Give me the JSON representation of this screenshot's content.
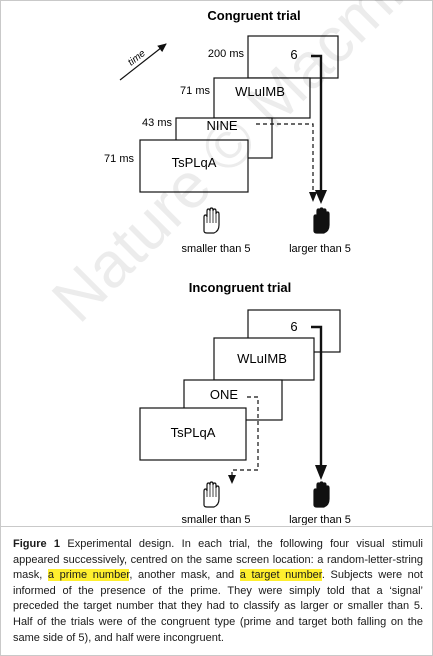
{
  "watermark": "Nature © Macmillan",
  "congruent": {
    "title": "Congruent trial",
    "time_label": "time",
    "frames": [
      {
        "duration": "71 ms",
        "content": "TsPLqA"
      },
      {
        "duration": "43 ms",
        "content": "NINE"
      },
      {
        "duration": "71 ms",
        "content": "WLuIMB"
      },
      {
        "duration": "200 ms",
        "content": "6"
      }
    ],
    "left_hand": "smaller than 5",
    "right_hand": "larger than 5"
  },
  "incongruent": {
    "title": "Incongruent trial",
    "frames": [
      {
        "content": "TsPLqA"
      },
      {
        "content": "ONE"
      },
      {
        "content": "WLuIMB"
      },
      {
        "content": "6"
      }
    ],
    "left_hand": "smaller than 5",
    "right_hand": "larger than 5"
  },
  "caption": {
    "label": "Figure 1",
    "part1": " Experimental design. In each trial, the following four visual stimuli appeared successively, centred on the same screen location: a random-letter-string mask, ",
    "highlight1": "a prime number",
    "part2": ", another mask, and ",
    "highlight2": "a target number",
    "part3": ". Subjects were not informed of the presence of the prime. They were simply told that a ‘signal’ preceded the target number that they had to classify as larger or smaller than 5. Half of the trials were of the congruent type (prime and target both falling on the same side of 5), and half were incongruent."
  },
  "colors": {
    "highlight": "#ffef2e",
    "ink": "#111111"
  }
}
